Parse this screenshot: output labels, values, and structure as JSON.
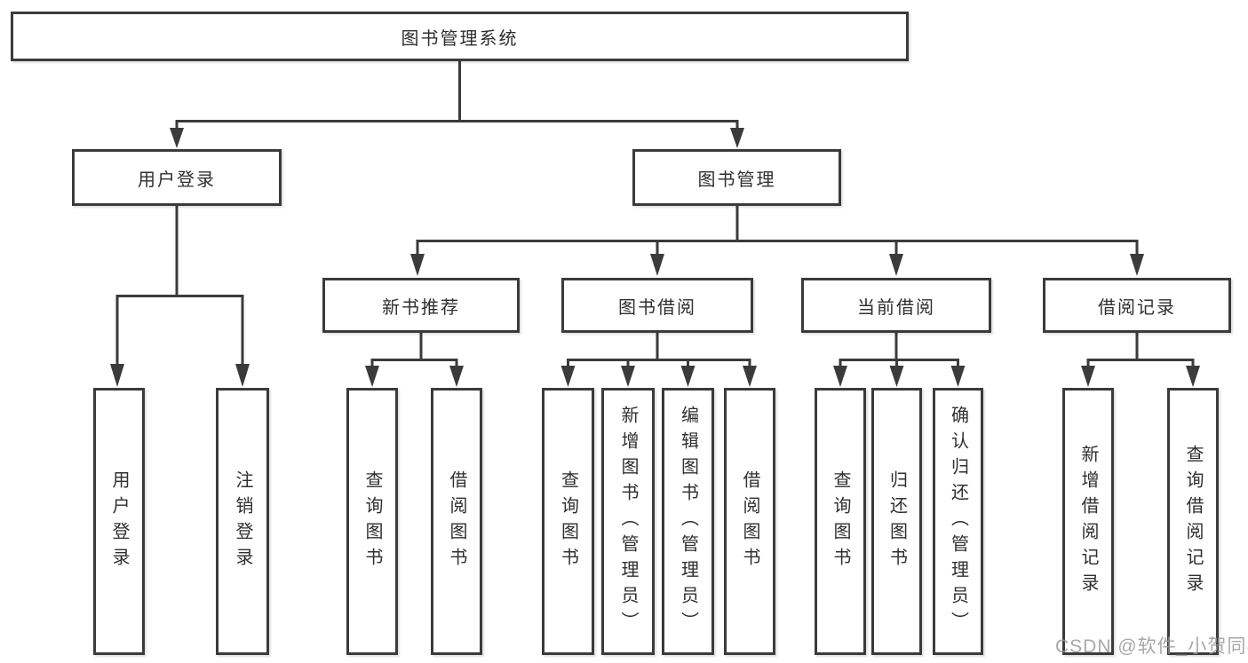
{
  "nodes": {
    "root": "图书管理系统",
    "user_login": "用户登录",
    "book_management": "图书管理",
    "new_book_recommend": "新书推荐",
    "book_borrow": "图书借阅",
    "current_borrow": "当前借阅",
    "borrow_records": "借阅记录",
    "leaf_user_login": "用户登录",
    "leaf_logout": "注销登录",
    "leaf_nb_query_book": "查询图书",
    "leaf_nb_borrow_book": "借阅图书",
    "leaf_bb_query_book": "查询图书",
    "leaf_bb_add_book": "新增图书（管理员）",
    "leaf_bb_edit_book": "编辑图书（管理员）",
    "leaf_bb_borrow_book": "借阅图书",
    "leaf_cb_query_book": "查询图书",
    "leaf_cb_return_book": "归还图书",
    "leaf_cb_confirm_return": "确认归还（管理员）",
    "leaf_br_add_record": "新增借阅记录",
    "leaf_br_query_record": "查询借阅记录"
  },
  "watermark": "CSDN @软件_小贺同学",
  "colors": {
    "line": "#3b3b3b",
    "text": "#2f2f2f",
    "background": "#ffffff",
    "watermark": "#999999"
  }
}
